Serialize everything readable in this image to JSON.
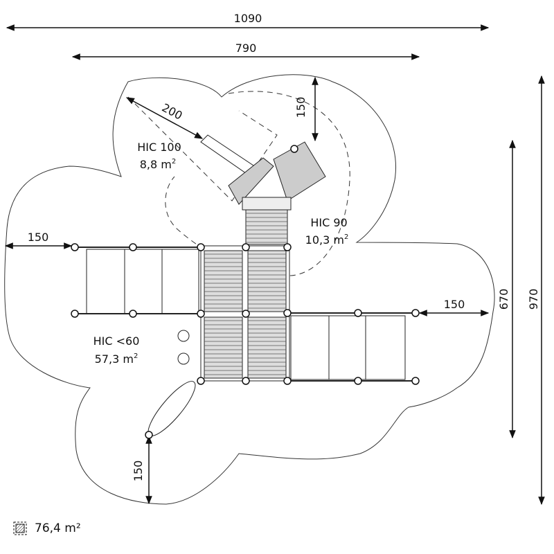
{
  "dimensions": {
    "top_total": "1090",
    "top_inner": "790",
    "right_total": "970",
    "right_inner": "670",
    "slide_length": "200",
    "clearance_top": "150",
    "clearance_left": "150",
    "clearance_right": "150",
    "clearance_bottom": "150"
  },
  "zones": {
    "hic100": {
      "title": "HIC 100",
      "area": "8,8 m",
      "exp": "2"
    },
    "hic90": {
      "title": "HIC 90",
      "area": "10,3 m",
      "exp": "2"
    },
    "hic60": {
      "title": "HIC <60",
      "area": "57,3 m",
      "exp": "2"
    }
  },
  "legend": {
    "area_text": "76,4 m²",
    "icon": "hatched-square-icon"
  }
}
